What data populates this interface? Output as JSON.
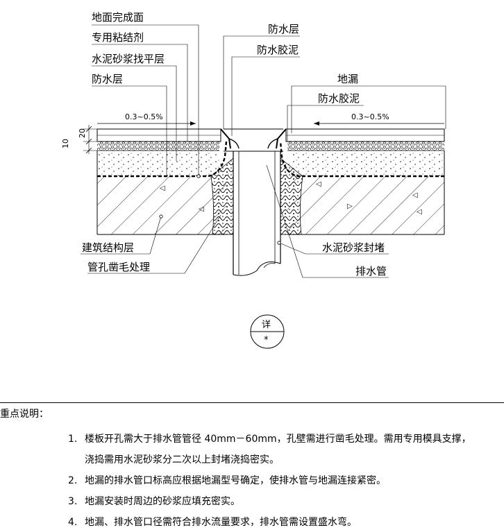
{
  "labels": {
    "floor_finish": "地面完成面",
    "adhesive": "专用粘结剂",
    "mortar_leveling": "水泥砂浆找平层",
    "waterproof_left": "防水层",
    "waterproof_top": "防水层",
    "waterproof_glue_top": "防水胶泥",
    "floor_drain": "地漏",
    "waterproof_glue_right": "防水胶泥",
    "structure": "建筑结构层",
    "hole_roughen": "管孔凿毛处理",
    "mortar_seal": "水泥砂浆封堵",
    "drain_pipe": "排水管"
  },
  "slopes": {
    "left": "0.3~0.5%",
    "right": "0.3~0.5%"
  },
  "dimensions": {
    "d20": "20",
    "d10": "10"
  },
  "detail_symbol": {
    "top": "详",
    "bottom": "*"
  },
  "notes": {
    "title": "重点说明：",
    "items": [
      {
        "num": "1.",
        "text": "楼板开孔需大于排水管管径 40mm－60mm，孔壁需进行凿毛处理。需用专用模具支撑，",
        "cont": "浇捣需用水泥砂浆分二次以上封堵浇捣密实。"
      },
      {
        "num": "2.",
        "text": "地漏的排水管口标高应根据地漏型号确定，使排水管与地漏连接紧密。"
      },
      {
        "num": "3.",
        "text": "地漏安装时周边的砂浆应填充密实。"
      },
      {
        "num": "4.",
        "text": "地漏、排水管口径需符合排水流量要求，排水管需设置盛水弯。"
      }
    ]
  }
}
